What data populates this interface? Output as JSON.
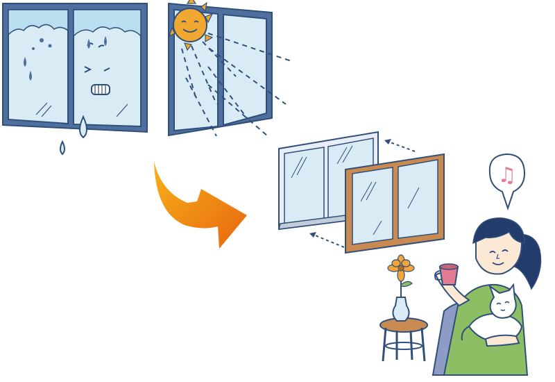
{
  "illustration": {
    "panels": [
      {
        "id": "condensation-window",
        "icon": "sad-window-with-condensation-icon"
      },
      {
        "id": "sunlit-window",
        "icon": "window-with-sunlight-icon"
      },
      {
        "id": "arrow",
        "icon": "curved-arrow-icon"
      },
      {
        "id": "inner-window-install",
        "icon": "double-window-install-icon"
      },
      {
        "id": "relaxing-woman",
        "icon": "woman-with-cat-and-tea-icon"
      }
    ],
    "music_note_glyph": "♫",
    "colors": {
      "outline": "#2f4f7a",
      "frame_blue": "#4f6f9e",
      "glass": "#d9ecf6",
      "frost": "#b9dff0",
      "sun": "#f0a830",
      "arrow_start": "#f7b11a",
      "arrow_end": "#e8660f",
      "wood": "#c98a52",
      "hair": "#243c6b",
      "shirt": "#8dbe63",
      "skin": "#fbe8d5",
      "cup": "#e27d93",
      "flower": "#f2a63a"
    }
  }
}
